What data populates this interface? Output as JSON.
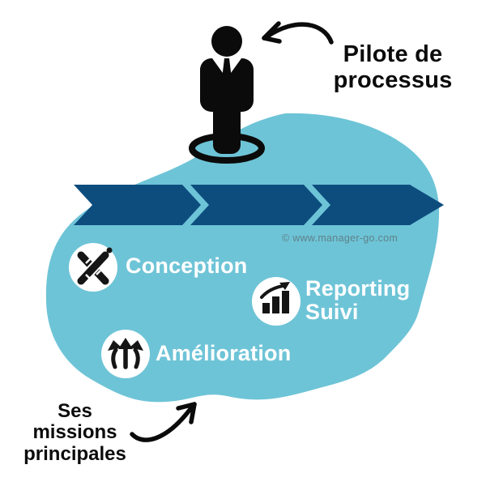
{
  "title": {
    "text": "Pilote de processus"
  },
  "annotation": {
    "text": "Ses missions principales"
  },
  "watermark": {
    "text": "© www.manager-go.com"
  },
  "missions": [
    {
      "label": "Conception",
      "icon": "design-tools-icon"
    },
    {
      "label": "Reporting Suivi",
      "icon": "bar-chart-growth-icon"
    },
    {
      "label": "Amélioration",
      "icon": "triple-up-arrows-icon"
    }
  ],
  "process_band": {
    "segments": 3
  },
  "figure": {
    "icon": "person-icon"
  },
  "colors": {
    "blob": "#6EC4D7",
    "chevron": "#0D4D7E",
    "ink": "#0B0B0B",
    "label_text": "#FFFFFF",
    "watermark_text": "#5E8289",
    "circle": "#FFFFFF"
  }
}
